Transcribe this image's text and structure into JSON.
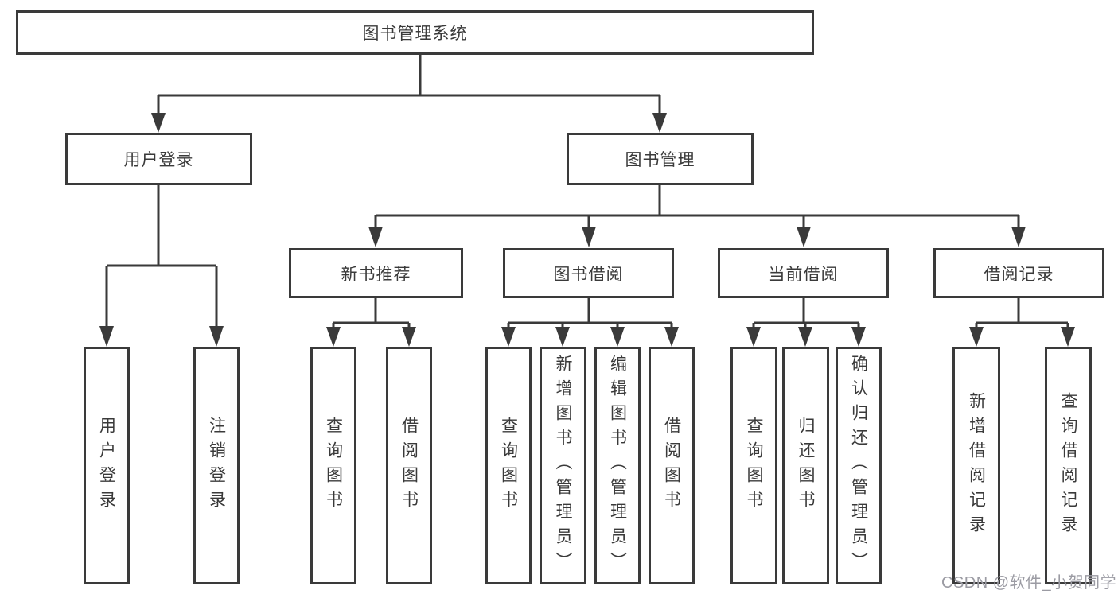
{
  "diagram": {
    "root": {
      "label": "图书管理系统"
    },
    "branches": [
      {
        "label": "用户登录",
        "children": [
          {
            "label": "用户登录"
          },
          {
            "label": "注销登录"
          }
        ]
      },
      {
        "label": "图书管理",
        "children": [
          {
            "label": "新书推荐",
            "children": [
              {
                "label": "查询图书"
              },
              {
                "label": "借阅图书"
              }
            ]
          },
          {
            "label": "图书借阅",
            "children": [
              {
                "label": "查询图书"
              },
              {
                "label": "新增图书（管理员）"
              },
              {
                "label": "编辑图书（管理员）"
              },
              {
                "label": "借阅图书"
              }
            ]
          },
          {
            "label": "当前借阅",
            "children": [
              {
                "label": "查询图书"
              },
              {
                "label": "归还图书"
              },
              {
                "label": "确认归还（管理员）"
              }
            ]
          },
          {
            "label": "借阅记录",
            "children": [
              {
                "label": "新增借阅记录"
              },
              {
                "label": "查询借阅记录"
              }
            ]
          }
        ]
      }
    ]
  },
  "watermark": "CSDN @软件_小贺同学",
  "colors": {
    "line": "#3a3a3a",
    "text": "#3a3a3a",
    "watermark": "#9b9ba3",
    "background": "#ffffff"
  }
}
